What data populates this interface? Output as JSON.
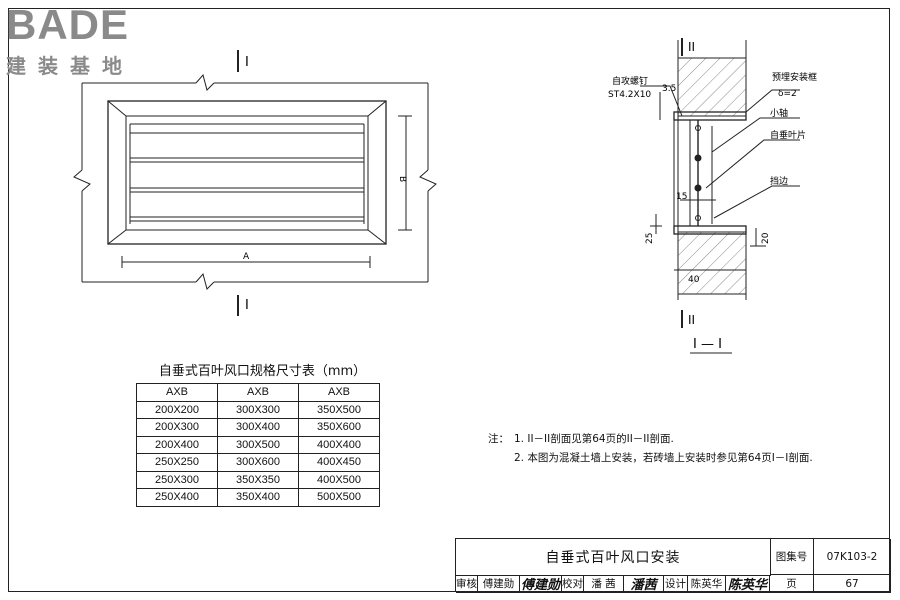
{
  "watermark": {
    "brand": "BADE",
    "subtitle": "建装基地"
  },
  "elevation": {
    "section_mark_top": "I",
    "section_mark_bottom": "I",
    "dim_a": "A",
    "dim_b": "B"
  },
  "section": {
    "mark_top": "II",
    "mark_bottom": "II",
    "title": "I — I",
    "labels": {
      "screw": "自攻螺钉",
      "screw_spec": "ST4.2X10",
      "frame": "预埋安装框",
      "delta": "δ=2",
      "pin": "小轴",
      "blade": "自垂叶片",
      "stop": "挡边"
    },
    "dims": {
      "d1": "3.5",
      "d2": "15",
      "d3": "25",
      "d4": "20",
      "d5": "40"
    }
  },
  "table": {
    "title": "自垂式百叶风口规格尺寸表（mm）",
    "headers": [
      "AXB",
      "AXB",
      "AXB"
    ],
    "rows": [
      [
        "200X200",
        "300X300",
        "350X500"
      ],
      [
        "200X300",
        "300X400",
        "350X600"
      ],
      [
        "200X400",
        "300X500",
        "400X400"
      ],
      [
        "250X250",
        "300X600",
        "400X450"
      ],
      [
        "250X300",
        "350X350",
        "400X500"
      ],
      [
        "250X400",
        "350X400",
        "500X500"
      ]
    ]
  },
  "notes": {
    "label": "注：",
    "items": [
      "1. II－II剖面见第64页的II－II剖面.",
      "2. 本图为混凝土墙上安装，若砖墙上安装时参见第64页I－I剖面."
    ]
  },
  "titleblock": {
    "title": "自垂式百叶风口安装",
    "atlas_label": "图集号",
    "atlas_no": "07K103-2",
    "review_label": "审核",
    "reviewer": "傅建勋",
    "reviewer_sig": "傅建勋",
    "check_label": "校对",
    "checker": "潘 茜",
    "checker_sig": "潘茜",
    "design_label": "设计",
    "designer": "陈英华",
    "designer_sig": "陈英华",
    "page_label": "页",
    "page_no": "67"
  }
}
